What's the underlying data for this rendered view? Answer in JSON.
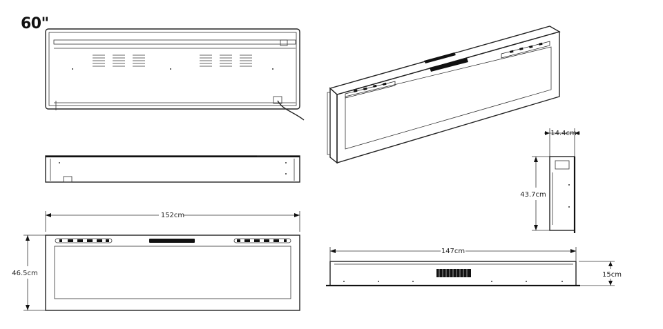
{
  "model": {
    "size_label": "60\""
  },
  "dimensions": {
    "front_width": "152cm",
    "front_height": "46.5cm",
    "side_depth": "14.4cm",
    "side_height": "43.7cm",
    "top_width": "147cm",
    "top_depth": "15cm"
  },
  "colors": {
    "line": "#222222",
    "background": "#ffffff"
  }
}
